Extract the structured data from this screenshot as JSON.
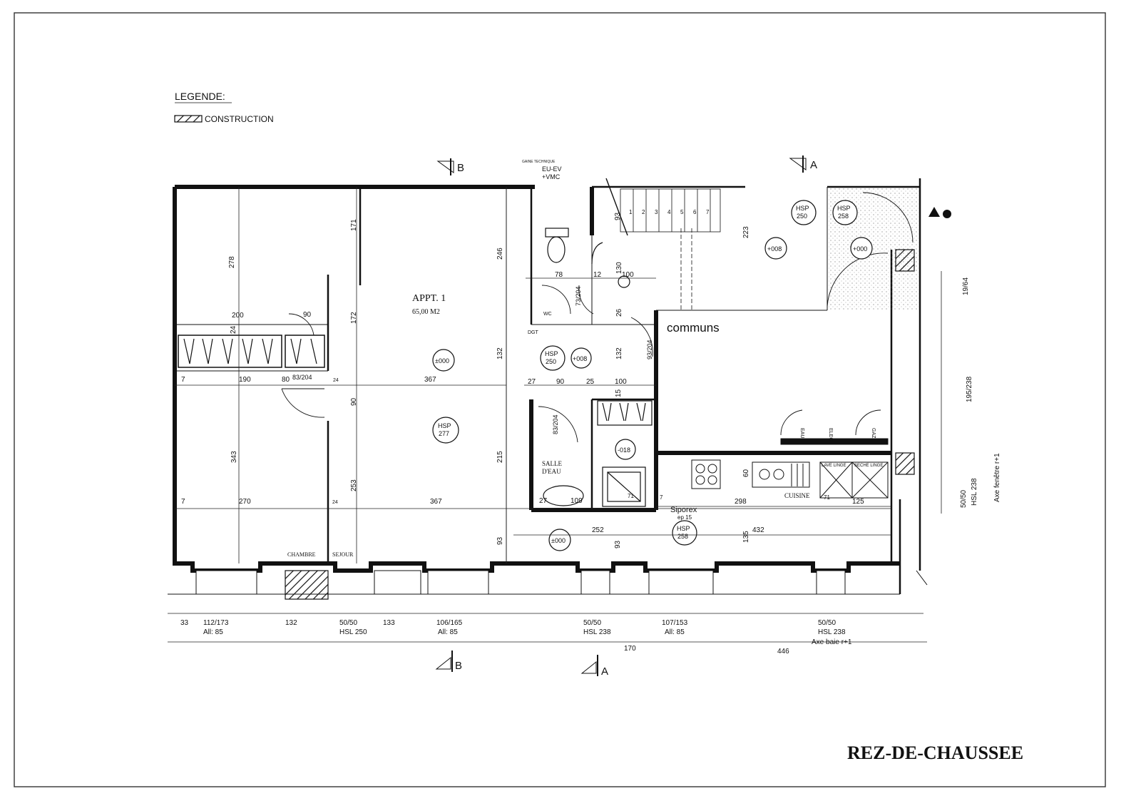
{
  "legend": {
    "title": "LEGENDE:",
    "item_label": "CONSTRUCTION"
  },
  "title_block": "REZ-DE-CHAUSSEE",
  "sections": {
    "b_top": "B",
    "a_top": "A",
    "b_bottom": "B",
    "a_bottom": "A"
  },
  "rooms": {
    "appt_name": "APPT. 1",
    "appt_area": "65,00 M2",
    "communs": "communs",
    "salle": "SALLE",
    "deau": "D'EAU",
    "cuisine": "CUISINE",
    "chambre": "CHAMBRE",
    "sejour": "SEJOUR",
    "siporex": "Siporex",
    "siporex_sub": "ep 15",
    "technique": "GAINE TECHNIQUE",
    "eu_ev": "EU-EV",
    "vmc": "+VMC",
    "dgt": "DGT",
    "wc": "WC"
  },
  "markers": {
    "hsp_label": "HSP",
    "hsp_277": "277",
    "hsp_250_a": "250",
    "hsp_250_b": "250",
    "hsp_258_a": "258",
    "hsp_258_b": "258",
    "lvl_000": "±000",
    "lvl_008": "+008",
    "lvl_008b": "+008",
    "lvl_000b": "+000",
    "lvl_018": "-018",
    "lvl_000c": "±000"
  },
  "dims": {
    "d278": "278",
    "d200": "200",
    "d90top": "90",
    "d24": "24",
    "d7a": "7",
    "d190": "190",
    "d80": "80",
    "d83_204": "83/204",
    "d24b": "24",
    "d367a": "367",
    "d171": "171",
    "d172": "172",
    "d132": "132",
    "d246": "246",
    "d90": "90",
    "d343": "343",
    "d7b": "7",
    "d270": "270",
    "d24c": "24",
    "d367b": "367",
    "d253": "253",
    "d215": "215",
    "d93a": "93",
    "d27a": "27",
    "d90b": "90",
    "d25": "25",
    "d100": "100",
    "d93b": "93",
    "d78": "78",
    "d12": "12",
    "d130": "130",
    "d100b": "100",
    "d73_204": "73/204",
    "d26": "26",
    "d132b": "132",
    "d93_204": "93/204",
    "d223": "223",
    "d83_204b": "83/204",
    "d15": "15",
    "d27b": "27",
    "d109": "109",
    "d71": "71",
    "d7c": "7",
    "d298": "298",
    "d60": "60",
    "d71b": "71",
    "d125": "125",
    "d252": "252",
    "d93c": "93",
    "d135": "135",
    "d432": "432",
    "d19_64": "19/64",
    "d195_238": "195/238",
    "d50_50r": "50/50",
    "d238r": "HSL 238",
    "axe_fen": "Axe fenêtre r+1",
    "b33": "33",
    "b112": "112/173",
    "b_all85a": "All: 85",
    "b132": "132",
    "b50a": "50/50",
    "b_hsl250": "HSL 250",
    "b133": "133",
    "b106": "106/165",
    "b_all85b": "All: 85",
    "b50b": "50/50",
    "b_hsl238": "HSL 238",
    "b107": "107/153",
    "b_all85c": "All: 85",
    "b50c": "50/50",
    "b_hsl238b": "HSL 238",
    "b_axe": "Axe baie r+1",
    "b170": "170",
    "b446": "446",
    "stair1": "1",
    "stair2": "2",
    "stair3": "3",
    "stair4": "4",
    "stair5": "5",
    "stair6": "6",
    "stair7": "7"
  },
  "appliances": {
    "eau": "EAU",
    "elec": "ELEC",
    "gaz": "GAZ",
    "lave_linge": "LAVE LINGE",
    "seche_linge": "SECHE LINGE"
  }
}
